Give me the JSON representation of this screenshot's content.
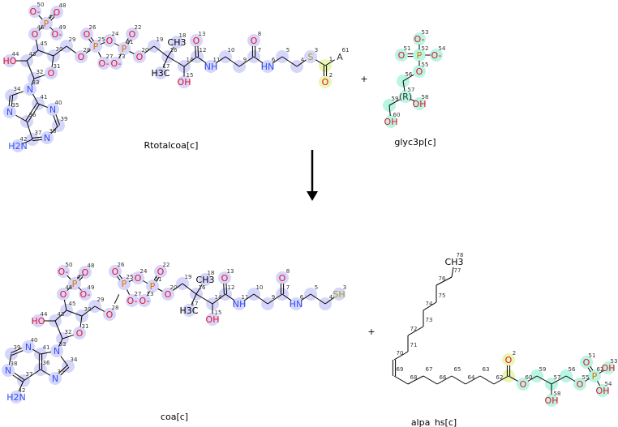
{
  "reaction": {
    "plus": "+",
    "reactants": [
      {
        "name": "Rtotalcoa[c]",
        "atoms": [
          [
            "O-",
            "50"
          ],
          [
            "O",
            "48"
          ],
          [
            "P",
            "47"
          ],
          [
            "O-",
            "49"
          ],
          [
            "O",
            "46"
          ],
          [
            "",
            "45"
          ],
          [
            "HO",
            "44"
          ],
          [
            "",
            "43"
          ],
          [
            "",
            "30"
          ],
          [
            "O",
            "31"
          ],
          [
            "",
            "32"
          ],
          [
            "N",
            "33"
          ],
          [
            "",
            "34"
          ],
          [
            "N",
            "35"
          ],
          [
            "",
            "36"
          ],
          [
            "",
            "41"
          ],
          [
            "N",
            "40"
          ],
          [
            "",
            "39"
          ],
          [
            "N",
            "38"
          ],
          [
            "",
            "37"
          ],
          [
            "H2N",
            "42"
          ],
          [
            "",
            "29"
          ],
          [
            "O",
            "28"
          ],
          [
            "P",
            "25"
          ],
          [
            "O",
            "26"
          ],
          [
            "O-",
            "27"
          ],
          [
            "O",
            "24"
          ],
          [
            "P",
            "21"
          ],
          [
            "O",
            "22"
          ],
          [
            "O-",
            "23"
          ],
          [
            "O",
            "20"
          ],
          [
            "",
            "19"
          ],
          [
            "",
            "16"
          ],
          [
            "CH3",
            "18"
          ],
          [
            "H3C",
            "17"
          ],
          [
            "",
            "14"
          ],
          [
            "OH",
            "15"
          ],
          [
            "",
            "12"
          ],
          [
            "O",
            "13"
          ],
          [
            "NH",
            "11"
          ],
          [
            "",
            "10"
          ],
          [
            "",
            "9"
          ],
          [
            "",
            "7"
          ],
          [
            "O",
            "8"
          ],
          [
            "HN",
            "6"
          ],
          [
            "",
            "5"
          ],
          [
            "",
            "4"
          ],
          [
            "S",
            "3"
          ],
          [
            "",
            "1"
          ],
          [
            "O",
            "2"
          ],
          [
            "A",
            "61"
          ]
        ]
      },
      {
        "name": "glyc3p[c]",
        "atoms": [
          [
            "O-",
            "53"
          ],
          [
            "O",
            "51"
          ],
          [
            "P",
            "52"
          ],
          [
            "O-",
            "54"
          ],
          [
            "O",
            "55"
          ],
          [
            "",
            "56"
          ],
          [
            "(R)",
            "57"
          ],
          [
            "OH",
            "58"
          ],
          [
            "",
            "59"
          ],
          [
            "OH",
            "60"
          ]
        ]
      }
    ],
    "products": [
      {
        "name": "coa[c]",
        "atoms": [
          [
            "O-",
            "50"
          ],
          [
            "O",
            "48"
          ],
          [
            "P",
            "47"
          ],
          [
            "O-",
            "49"
          ],
          [
            "O",
            "46"
          ],
          [
            "",
            "45"
          ],
          [
            "HO",
            "44"
          ],
          [
            "",
            "43"
          ],
          [
            "",
            "30"
          ],
          [
            "O",
            "31"
          ],
          [
            "",
            "32"
          ],
          [
            "N",
            "33"
          ],
          [
            "",
            "34"
          ],
          [
            "N",
            "35"
          ],
          [
            "",
            "36"
          ],
          [
            "",
            "41"
          ],
          [
            "N",
            "40"
          ],
          [
            "",
            "39"
          ],
          [
            "N",
            "38"
          ],
          [
            "",
            "37"
          ],
          [
            "H2N",
            "42"
          ],
          [
            "",
            "29"
          ],
          [
            "O",
            "28"
          ],
          [
            "P",
            "25"
          ],
          [
            "O",
            "26"
          ],
          [
            "O-",
            "27"
          ],
          [
            "O",
            "24"
          ],
          [
            "P",
            "21"
          ],
          [
            "O",
            "22"
          ],
          [
            "O-",
            "23"
          ],
          [
            "O",
            "20"
          ],
          [
            "",
            "19"
          ],
          [
            "",
            "16"
          ],
          [
            "CH3",
            "18"
          ],
          [
            "H3C",
            "17"
          ],
          [
            "",
            "14"
          ],
          [
            "OH",
            "15"
          ],
          [
            "",
            "12"
          ],
          [
            "O",
            "13"
          ],
          [
            "NH",
            "11"
          ],
          [
            "",
            "10"
          ],
          [
            "",
            "9"
          ],
          [
            "",
            "7"
          ],
          [
            "O",
            "8"
          ],
          [
            "HN",
            "6"
          ],
          [
            "",
            "5"
          ],
          [
            "",
            "4"
          ],
          [
            "SH",
            "3"
          ]
        ]
      },
      {
        "name": "alpa_hs[c]",
        "atoms": [
          [
            "CH3",
            "78"
          ],
          [
            "",
            "77"
          ],
          [
            "",
            "76"
          ],
          [
            "",
            "75"
          ],
          [
            "",
            "74"
          ],
          [
            "",
            "73"
          ],
          [
            "",
            "72"
          ],
          [
            "",
            "71"
          ],
          [
            "",
            "70"
          ],
          [
            "",
            "69"
          ],
          [
            "",
            "68"
          ],
          [
            "",
            "67"
          ],
          [
            "",
            "66"
          ],
          [
            "",
            "65"
          ],
          [
            "",
            "64"
          ],
          [
            "",
            "63"
          ],
          [
            "",
            "62"
          ],
          [
            "",
            ""
          ],
          [
            "O",
            "2"
          ],
          [
            "O",
            "60"
          ],
          [
            "",
            "59"
          ],
          [
            "",
            "57"
          ],
          [
            "OH",
            "58"
          ],
          [
            "",
            "56"
          ],
          [
            "O",
            "55"
          ],
          [
            "P",
            "62"
          ],
          [
            "O",
            "51"
          ],
          [
            "OH",
            "53"
          ],
          [
            "OH",
            "54"
          ]
        ]
      }
    ],
    "colors": {
      "O": "#e8102a",
      "N": "#3050f8",
      "P": "#e07000",
      "S": "#a0a020",
      "coa_highlight": "#d6d6fa",
      "glyc_highlight": "#b8f5e2",
      "acyl_highlight": "#eaf7b4"
    }
  }
}
